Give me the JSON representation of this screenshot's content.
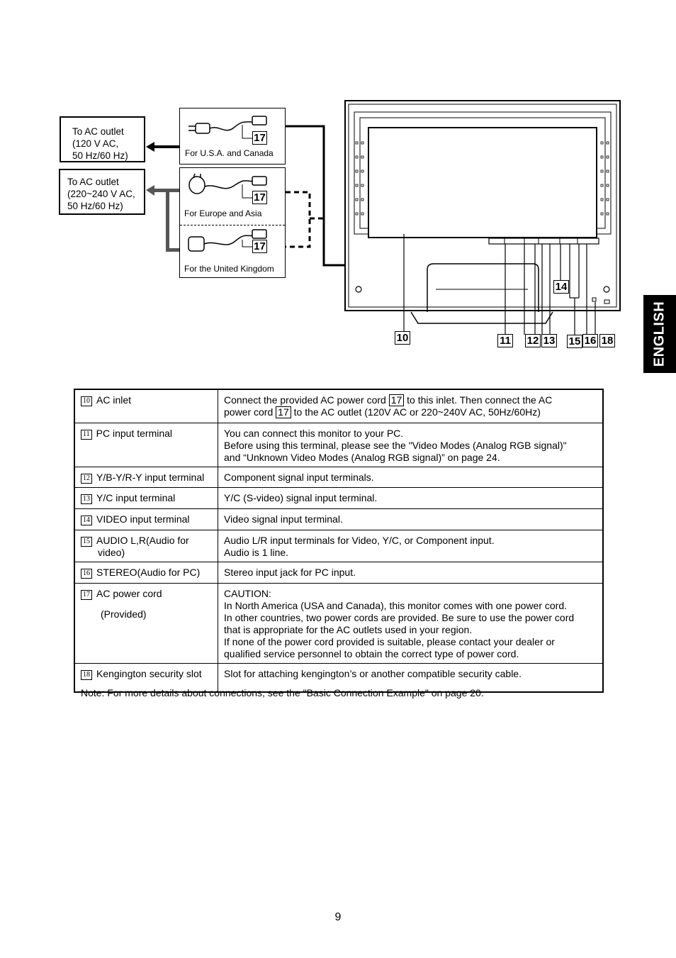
{
  "diagram": {
    "outlet_usa": "To AC outlet\n(120 V AC,\n50 Hz/60 Hz)",
    "outlet_eu": "To AC outlet\n(220~240 V AC,\n50 Hz/60 Hz)",
    "plug_usa_caption": "For U.S.A. and Canada",
    "plug_eu_caption": "For Europe and Asia",
    "plug_uk_caption": "For the United Kingdom",
    "cord_label": "17",
    "callouts": [
      "10",
      "11",
      "12",
      "13",
      "14",
      "15",
      "16",
      "18"
    ]
  },
  "side_tab": "ENGLISH",
  "table": {
    "rows": [
      {
        "ref": "10",
        "name": "AC inlet",
        "desc": [
          {
            "t": "Connect the provided AC power cord "
          },
          {
            "r": "17"
          },
          {
            "t": " to this inlet. Then connect the AC"
          },
          {
            "br": true
          },
          {
            "t": "power cord "
          },
          {
            "r": "17"
          },
          {
            "t": " to the AC outlet (120V AC or 220~240V AC, 50Hz/60Hz)"
          }
        ]
      },
      {
        "ref": "11",
        "name": "PC input terminal",
        "desc_lines": [
          "You can connect this monitor to your PC.",
          "Before using this terminal, please see the \"Video Modes (Analog RGB signal)\"",
          "and “Unknown Video Modes (Analog RGB signal)” on page 24."
        ]
      },
      {
        "ref": "12",
        "name": "Y/B-Y/R-Y input terminal",
        "desc_lines": [
          "Component signal input terminals."
        ]
      },
      {
        "ref": "13",
        "name": "Y/C input terminal",
        "desc_lines": [
          "Y/C (S-video) signal input terminal."
        ]
      },
      {
        "ref": "14",
        "name": "VIDEO input terminal",
        "desc_lines": [
          "Video signal input terminal."
        ]
      },
      {
        "ref": "15",
        "name": "AUDIO L,R(Audio for",
        "name2": "video)",
        "desc_lines": [
          "Audio L/R input terminals for Video, Y/C, or Component input.",
          "Audio is 1 line."
        ]
      },
      {
        "ref": "16",
        "name": "STEREO(Audio for PC)",
        "desc_lines": [
          "Stereo input jack for PC input."
        ]
      },
      {
        "ref": "17",
        "name": "AC power cord",
        "name2": "(Provided)",
        "desc_lines": [
          "CAUTION:",
          "In North America (USA and Canada), this monitor comes with one power cord.",
          "In other countries, two power cords are provided. Be sure to use the power cord",
          "that is appropriate for the AC outlets used in your region.",
          "If none of the power cord provided is suitable, please contact your dealer or",
          "qualified service personnel to obtain the correct type of power cord."
        ]
      },
      {
        "ref": "18",
        "name": "Kengington security slot",
        "desc_lines": [
          "Slot for attaching kengington’s or another compatible security cable."
        ]
      }
    ]
  },
  "note": "Note: For more details about connections, see the \"Basic Connection Example\" on page 20.",
  "page_number": "9"
}
